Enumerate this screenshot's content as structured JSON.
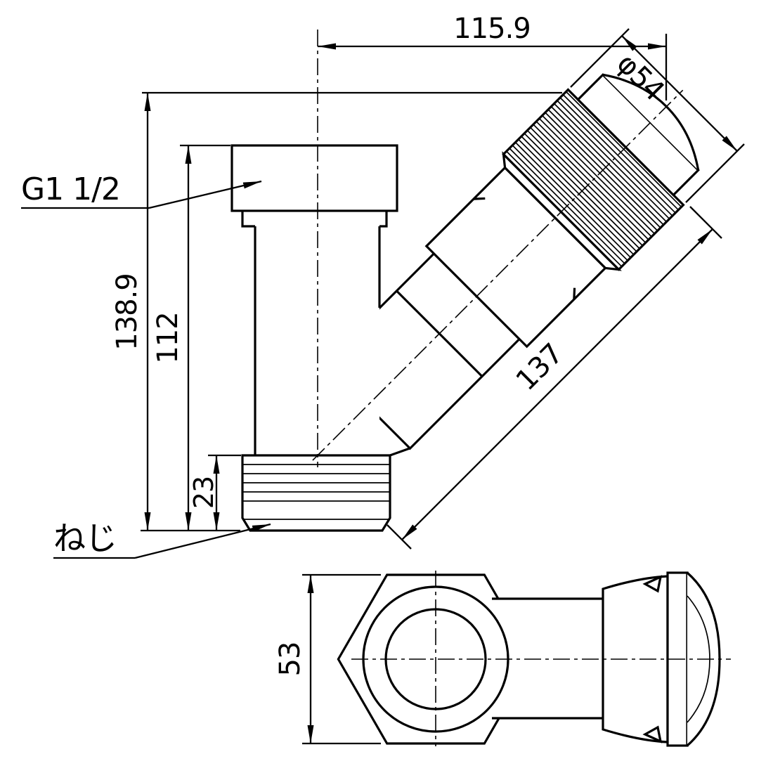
{
  "drawing": {
    "background": "#ffffff",
    "line_color": "#000000",
    "labels": {
      "thread_spec": "G1 1/2",
      "thread_note": "ねじ"
    },
    "dims": {
      "width_top": "115.9",
      "dia_cap": "φ54",
      "height_overall": "138.9",
      "height_body": "112",
      "thread_len": "23",
      "branch_len": "137",
      "width_side": "53"
    }
  }
}
